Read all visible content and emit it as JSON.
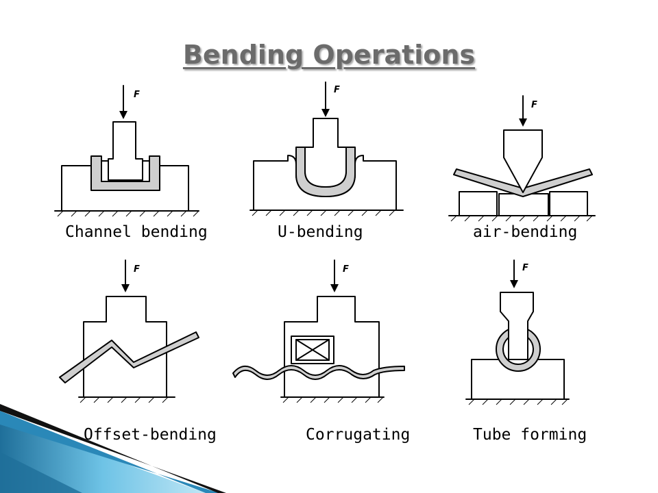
{
  "title": "Bending Operations",
  "force_label": "F",
  "captions": {
    "channel": "Channel bending",
    "u": "U-bending",
    "air": "air-bending",
    "offset": "Offset-bending",
    "corrugating": "Corrugating",
    "tube": "Tube forming"
  },
  "colors": {
    "title": "#6b6b6b",
    "decor_dark": "#1f6f9a",
    "decor_light": "#6ec3e6",
    "decor_black": "#111111"
  }
}
